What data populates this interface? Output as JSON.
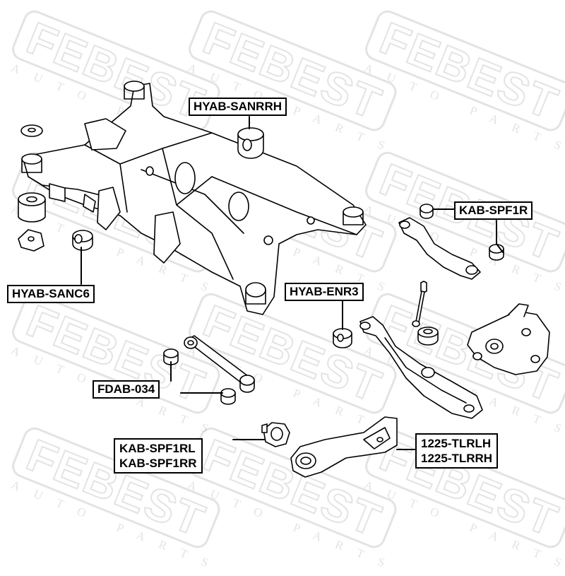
{
  "watermark": {
    "brand": "FEBEST",
    "tagline": "AUTO PARTS"
  },
  "parts": {
    "subframe_bushing_rear": "HYAB-SANRRH",
    "subframe_bushing_front": "HYAB-SANC6",
    "upper_arm": "KAB-SPF1R",
    "lower_arm_bushing": "HYAB-ENR3",
    "toe_link": "FDAB-034",
    "knuckle_bushing_left": "KAB-SPF1RL",
    "knuckle_bushing_right": "KAB-SPF1RR",
    "trailing_arm_left": "1225-TLRLH",
    "trailing_arm_right": "1225-TLRRH"
  },
  "colors": {
    "line": "#000000",
    "label_bg": "#ffffff",
    "watermark": "#333333"
  }
}
